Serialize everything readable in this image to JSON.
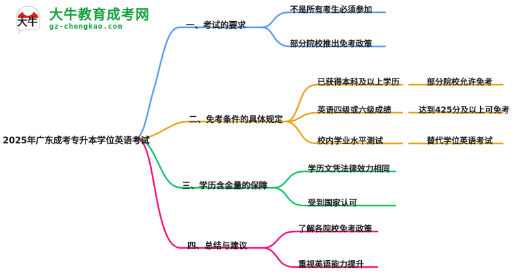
{
  "logo": {
    "mark_text": "大牛",
    "brand_cn": "大牛教育成考网",
    "brand_en": "gz-chengkao.com",
    "brand_color": "#12a03c",
    "mark_color": "#d8231c"
  },
  "mindmap": {
    "root": {
      "label": "2025年广东成考专升本学位英语考试"
    },
    "branches": [
      {
        "label": "一、考试的要求",
        "color": "#5b9bef",
        "children": [
          {
            "label": "不是所有考生必须参加",
            "grandchildren": []
          },
          {
            "label": "部分院校推出免考政策",
            "grandchildren": []
          }
        ]
      },
      {
        "label": "二、免考条件的具体规定",
        "color": "#e8a317",
        "children": [
          {
            "label": "已获得本科及以上学历",
            "grandchildren": [
              {
                "label": "部分院校允许免考"
              }
            ]
          },
          {
            "label": "英语四级或六级成绩",
            "grandchildren": [
              {
                "label": "达到425分及以上可免考"
              }
            ]
          },
          {
            "label": "校内学业水平测试",
            "grandchildren": [
              {
                "label": "替代学位英语考试"
              }
            ]
          }
        ]
      },
      {
        "label": "三、学历含金量的保障",
        "color": "#18c06a",
        "children": [
          {
            "label": "学历文凭法律效力相同",
            "grandchildren": []
          },
          {
            "label": "受到国家认可",
            "grandchildren": []
          }
        ]
      },
      {
        "label": "四、总结与建议",
        "color": "#f0147a",
        "children": [
          {
            "label": "了解各院校免考政策",
            "grandchildren": []
          },
          {
            "label": "重视英语能力提升",
            "grandchildren": []
          }
        ]
      }
    ]
  }
}
